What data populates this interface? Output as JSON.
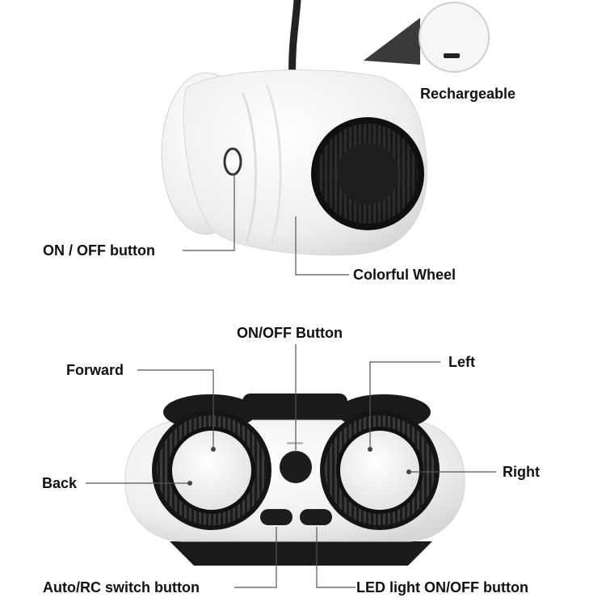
{
  "callouts": {
    "rechargeable": "Rechargeable",
    "toy_power_button": "ON / OFF button",
    "colorful_wheel": "Colorful Wheel",
    "remote_power_button": "ON/OFF Button",
    "forward": "Forward",
    "left": "Left",
    "back": "Back",
    "right": "Right",
    "auto_rc_switch": "Auto/RC switch button",
    "led_toggle": "LED light ON/OFF button"
  },
  "colors": {
    "body_white": "#f3f3f3",
    "wheel_black": "#1c1c1c",
    "leader_line": "#555555"
  }
}
